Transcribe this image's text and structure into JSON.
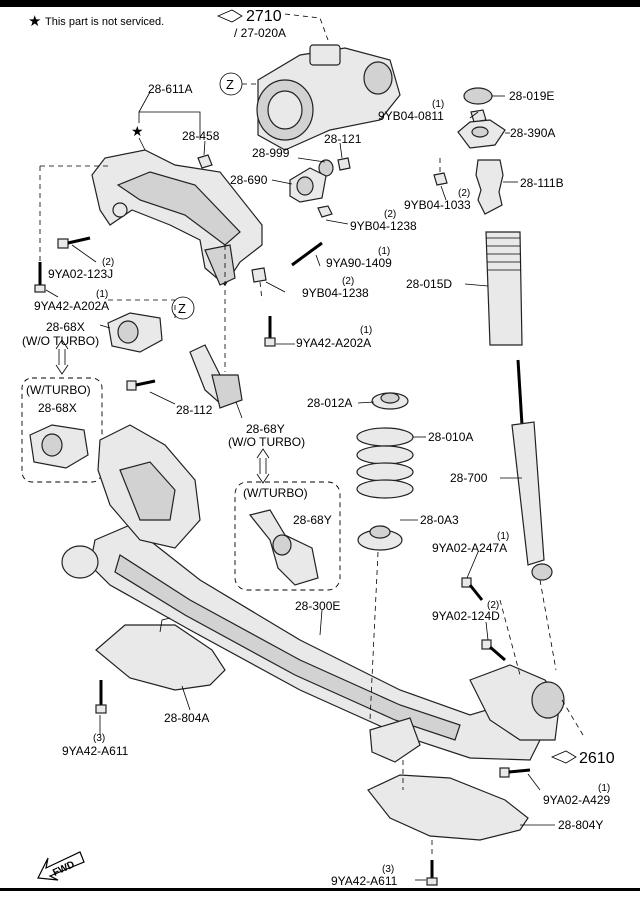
{
  "legend": {
    "star": "★",
    "text": "This part is not serviced."
  },
  "refs": {
    "top_arrow_num": "2710",
    "top_arrow_sub": "/ 27-020A",
    "right_arrow_num": "2610",
    "zone_mark": "Z"
  },
  "fwd": "FWD",
  "labels": {
    "l_28_611A": "28-611A",
    "l_28_458": "28-458",
    "l_28_121": "28-121",
    "l_28_999": "28-999",
    "l_28_690": "28-690",
    "l_9YB04_1238_a": "9YB04-1238",
    "l_9YB04_1238_a_qty": "(2)",
    "l_9YA90_1409": "9YA90-1409",
    "l_9YA90_1409_qty": "(1)",
    "l_9YB04_1238_b": "9YB04-1238",
    "l_9YB04_1238_b_qty": "(2)",
    "l_9YA02_123J": "9YA02-123J",
    "l_9YA02_123J_qty": "(2)",
    "l_9YA42_A202A_a": "9YA42-A202A",
    "l_9YA42_A202A_a_qty": "(1)",
    "l_28_68X_a": "28-68X",
    "l_wo_turbo_a": "(W/O TURBO)",
    "l_9YA42_A202A_b": "9YA42-A202A",
    "l_9YA42_A202A_b_qty": "(1)",
    "l_w_turbo_a": "(W/TURBO)",
    "l_28_68X_b": "28-68X",
    "l_28_112": "28-112",
    "l_28_68Y_a": "28-68Y",
    "l_wo_turbo_b": "(W/O TURBO)",
    "l_w_turbo_b": "(W/TURBO)",
    "l_28_68Y_b": "28-68Y",
    "l_28_019E": "28-019E",
    "l_9YB04_0811": "9YB04-0811",
    "l_9YB04_0811_qty": "(1)",
    "l_28_390A": "28-390A",
    "l_28_111B": "28-111B",
    "l_9YB04_1033": "9YB04-1033",
    "l_9YB04_1033_qty": "(2)",
    "l_28_015D": "28-015D",
    "l_28_012A": "28-012A",
    "l_28_010A": "28-010A",
    "l_28_700": "28-700",
    "l_28_0A3": "28-0A3",
    "l_9YA02_A247A": "9YA02-A247A",
    "l_9YA02_A247A_qty": "(1)",
    "l_9YA02_124D": "9YA02-124D",
    "l_9YA02_124D_qty": "(2)",
    "l_28_300E": "28-300E",
    "l_28_804A": "28-804A",
    "l_9YA42_A611_a": "9YA42-A611",
    "l_9YA42_A611_a_qty": "(3)",
    "l_9YA02_A429": "9YA02-A429",
    "l_9YA02_A429_qty": "(1)",
    "l_28_804Y": "28-804Y",
    "l_9YA42_A611_b": "9YA42-A611",
    "l_9YA42_A611_b_qty": "(3)"
  }
}
